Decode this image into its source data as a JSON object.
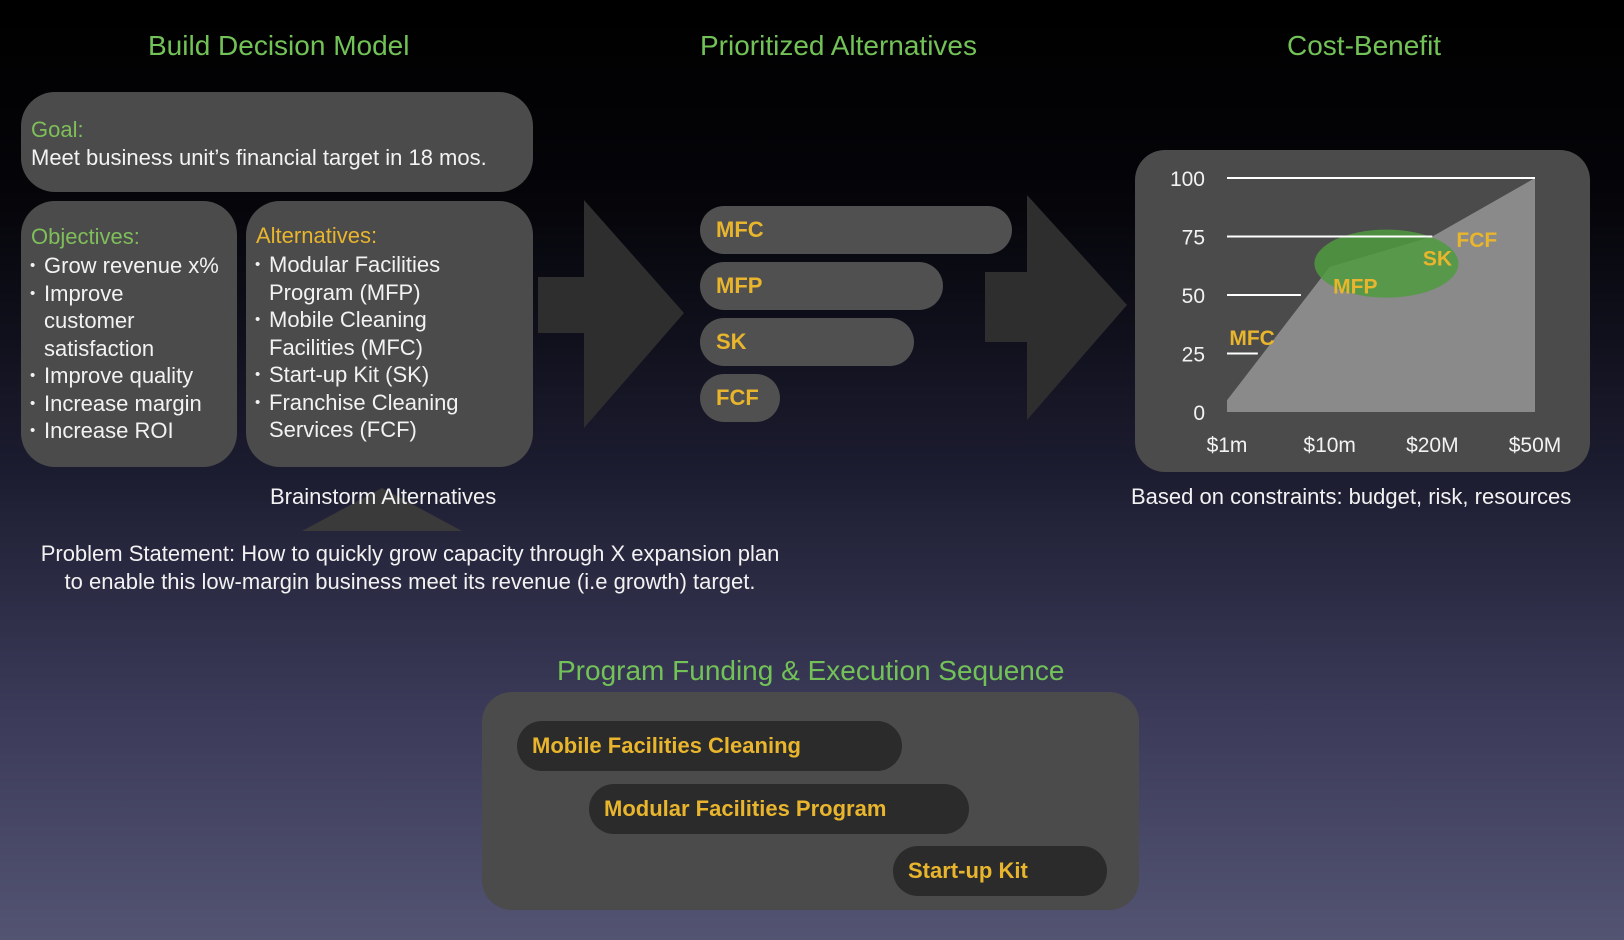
{
  "headings": {
    "build": "Build Decision Model",
    "prioritized": "Prioritized Alternatives",
    "cost_benefit": "Cost-Benefit",
    "funding": "Program Funding & Execution Sequence"
  },
  "goal": {
    "label": "Goal:",
    "text": "Meet business unit’s financial target in 18 mos."
  },
  "objectives": {
    "label": "Objectives:",
    "items": [
      "Grow revenue x%",
      "Improve customer satisfaction",
      "Improve quality",
      "Increase margin",
      "Increase ROI"
    ]
  },
  "alternatives": {
    "label": "Alternatives:",
    "items": [
      "Modular Facilities Program (MFP)",
      "Mobile Cleaning Facilities (MFC)",
      "Start-up Kit (SK)",
      "Franchise Cleaning Services (FCF)"
    ]
  },
  "brainstorm_label": "Brainstorm Alternatives",
  "problem_statement": {
    "line1": "Problem Statement: How to quickly grow capacity through X expansion plan",
    "line2": "to enable this low-margin business meet its revenue (i.e growth) target."
  },
  "prioritized_items": [
    "MFC",
    "MFP",
    "SK",
    "FCF"
  ],
  "chart_caption": "Based on constraints: budget, risk, resources",
  "chart_data": {
    "type": "area",
    "x_categories": [
      "$1m",
      "$10m",
      "$20M",
      "$50M"
    ],
    "y_ticks": [
      "0",
      "25",
      "50",
      "75",
      "100"
    ],
    "ylim": [
      0,
      100
    ],
    "grid": "horizontal lines at 25, 50, 75, 100",
    "area_boundary": [
      {
        "x": "$1m",
        "y": 5
      },
      {
        "x": "$10m",
        "y": 62
      },
      {
        "x": "$20M",
        "y": 75
      },
      {
        "x": "$50M",
        "y": 100
      }
    ],
    "points": [
      {
        "label": "MFC",
        "x": 3.2,
        "y": 32
      },
      {
        "label": "MFP",
        "x": 12.5,
        "y": 54
      },
      {
        "label": "SK",
        "x": 21.5,
        "y": 66
      },
      {
        "label": "FCF",
        "x": 33,
        "y": 74
      }
    ],
    "highlight_region": {
      "shape": "ellipse",
      "color": "#4f9a3e",
      "covers": [
        "MFP",
        "SK"
      ]
    },
    "colors": {
      "area": "#8a8a8a",
      "labels": "#e9b52d",
      "grid": "#ffffff"
    }
  },
  "funding_sequence": [
    "Mobile Facilities Cleaning",
    "Modular Facilities Program",
    "Start-up Kit"
  ],
  "colors": {
    "heading": "#72c257",
    "label_green": "#7fbf5a",
    "label_yellow": "#e9b52d",
    "panel": "#4b4b4b",
    "bar": "#2b2b2b",
    "arrow": "#2e2e2e"
  }
}
